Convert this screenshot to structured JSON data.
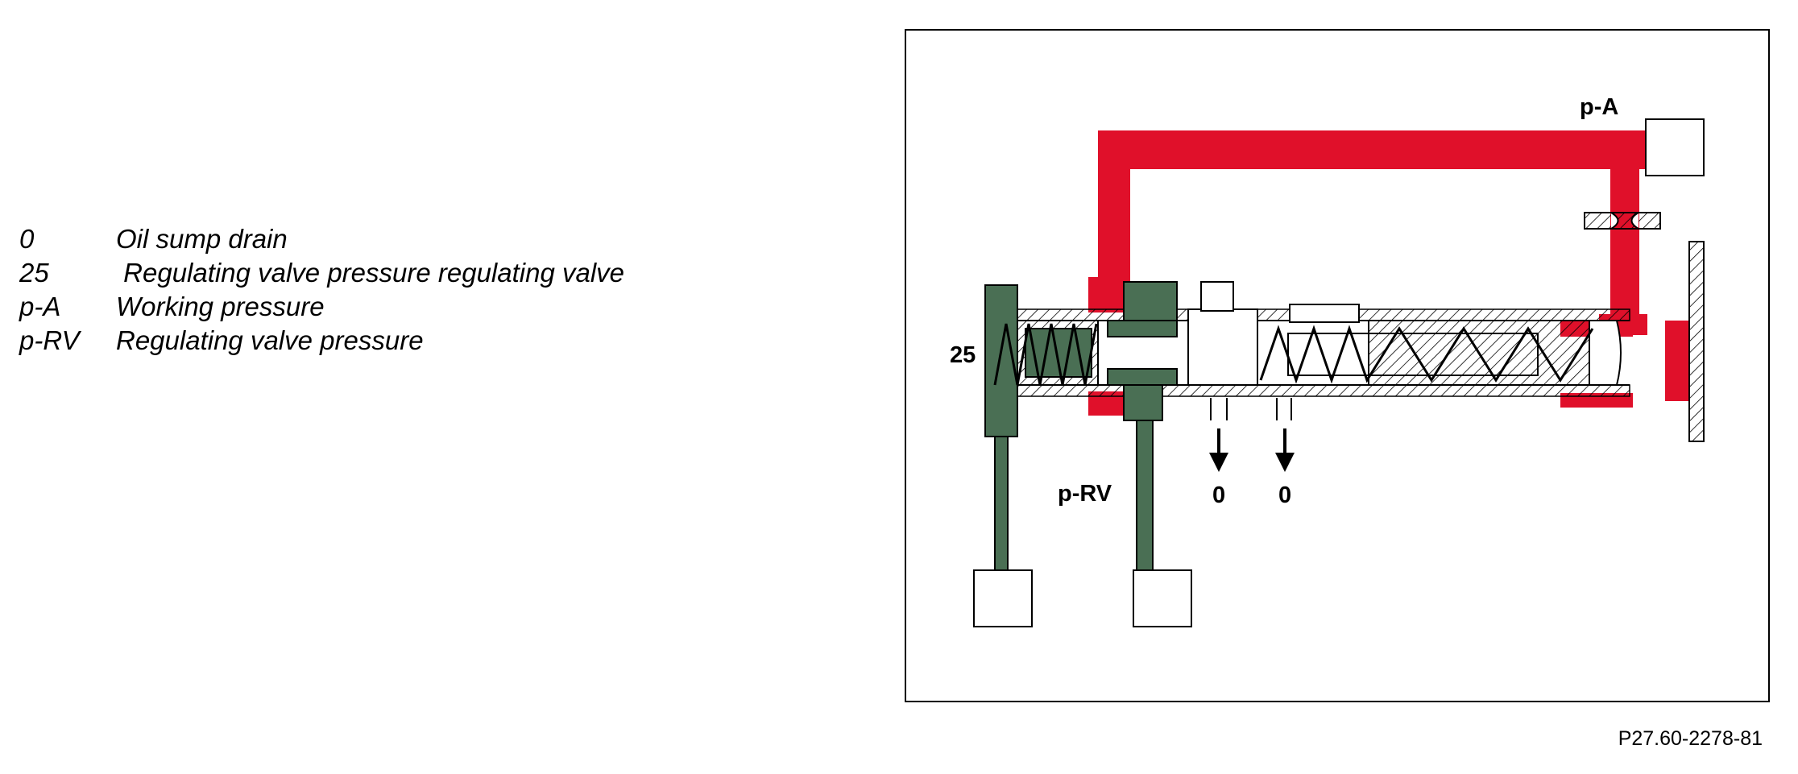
{
  "legend": [
    {
      "key": "0",
      "desc": "Oil sump drain"
    },
    {
      "key": "25",
      "desc": " Regulating valve pressure regulating valve"
    },
    {
      "key": "p-A",
      "desc": "Working pressure"
    },
    {
      "key": "p-RV",
      "desc": "Regulating valve pressure"
    }
  ],
  "diagram": {
    "labels": {
      "pa": "p-A",
      "prv": "p-RV",
      "valve": "25",
      "drain1": "0",
      "drain2": "0"
    },
    "colors": {
      "working_pressure": "#e0102a",
      "regulating_pressure": "#4a6f54",
      "outline": "#000000"
    }
  },
  "figure_id": "P27.60-2278-81"
}
